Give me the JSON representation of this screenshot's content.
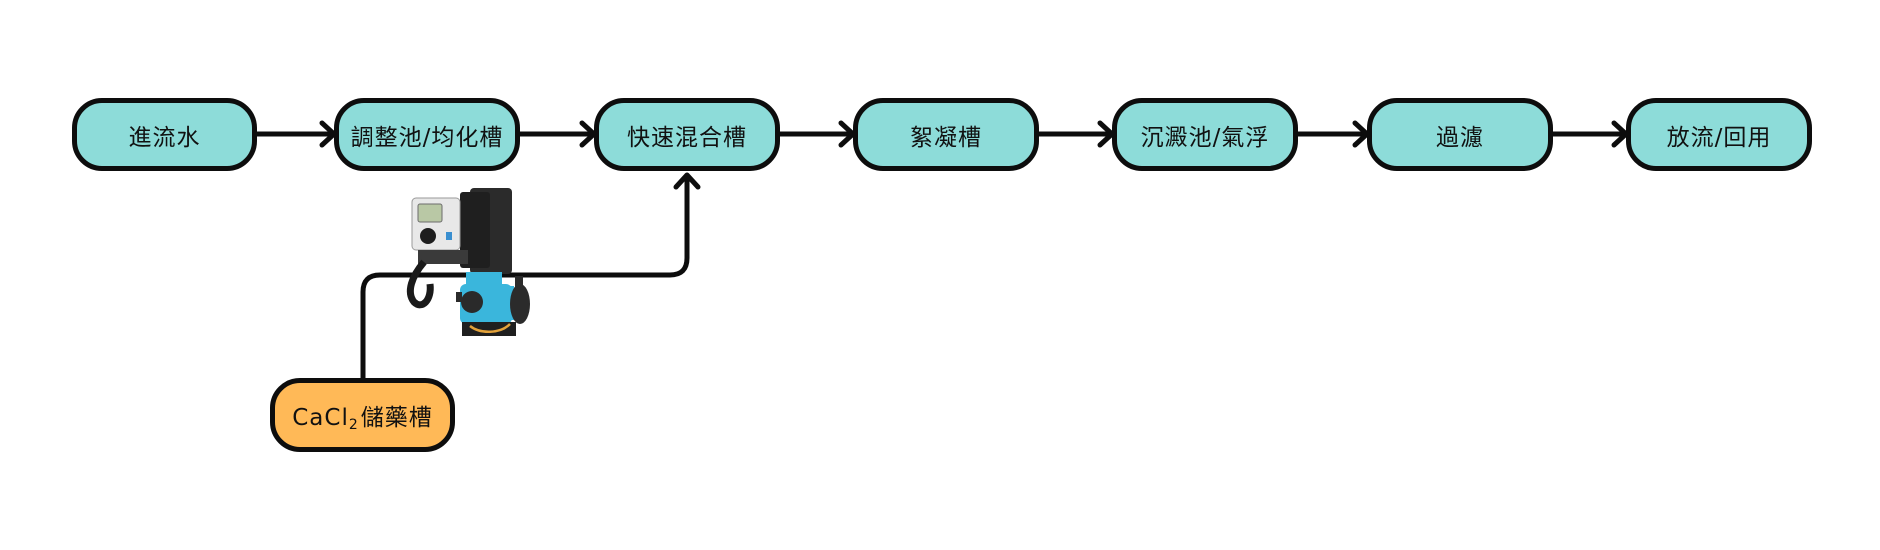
{
  "diagram": {
    "type": "process-flow",
    "colors": {
      "process_fill": "#8ddcd9",
      "tank_fill": "#ffb957",
      "stroke": "#0d0d0d",
      "pump_body": "#3ab6dc",
      "pump_motor": "#2a2a2a"
    },
    "main_flow": [
      {
        "id": "n1",
        "label": "進流水"
      },
      {
        "id": "n2",
        "label": "調整池/均化槽"
      },
      {
        "id": "n3",
        "label": "快速混合槽"
      },
      {
        "id": "n4",
        "label": "絮凝槽"
      },
      {
        "id": "n5",
        "label": "沉澱池/氣浮"
      },
      {
        "id": "n6",
        "label": "過濾"
      },
      {
        "id": "n7",
        "label": "放流/回用"
      }
    ],
    "chemical_feed": {
      "tank": {
        "label_prefix": "CaCl",
        "label_subscript": "2",
        "label_suffix": "儲藥槽"
      },
      "pump": {
        "icon": "dosing-pump-icon"
      },
      "target": "n3"
    },
    "edges": [
      {
        "from": "n1",
        "to": "n2"
      },
      {
        "from": "n2",
        "to": "n3"
      },
      {
        "from": "n3",
        "to": "n4"
      },
      {
        "from": "n4",
        "to": "n5"
      },
      {
        "from": "n5",
        "to": "n6"
      },
      {
        "from": "n6",
        "to": "n7"
      },
      {
        "from": "tank",
        "to": "n3",
        "via": "pump"
      }
    ]
  }
}
